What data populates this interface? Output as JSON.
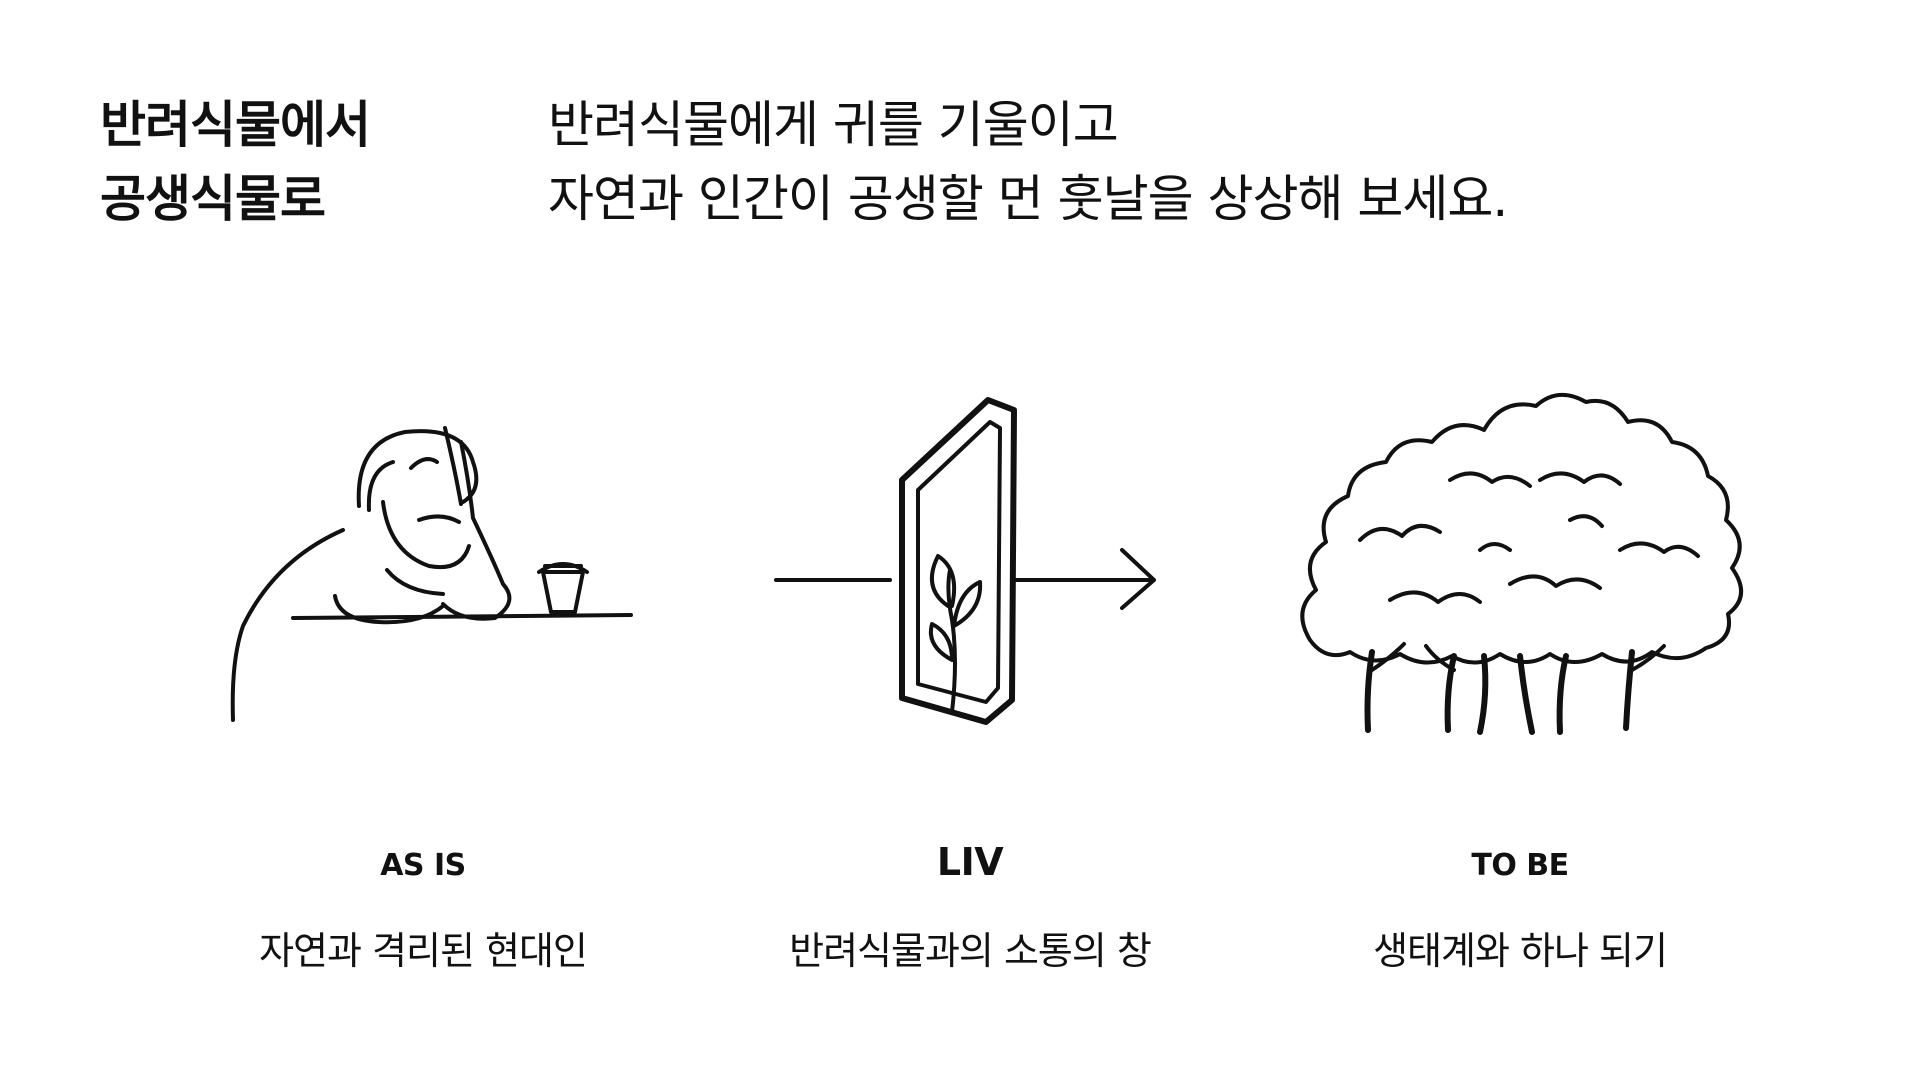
{
  "header": {
    "title_line1": "반려식물에서",
    "title_line2": "공생식물로",
    "subtitle_line1": "반려식물에게 귀를 기울이고",
    "subtitle_line2": "자연과 인간이 공생할 먼 훗날을 상상해 보세요."
  },
  "panels": [
    {
      "label": "AS IS",
      "caption": "자연과 격리된 현대인",
      "icon": "person-at-desk-icon"
    },
    {
      "label": "LIV",
      "caption": "반려식물과의 소통의 창",
      "icon": "plant-window-arrow-icon"
    },
    {
      "label": "TO BE",
      "caption": "생태계와 하나 되기",
      "icon": "trees-icon"
    }
  ],
  "colors": {
    "background": "#ffffff",
    "ink": "#111111"
  }
}
